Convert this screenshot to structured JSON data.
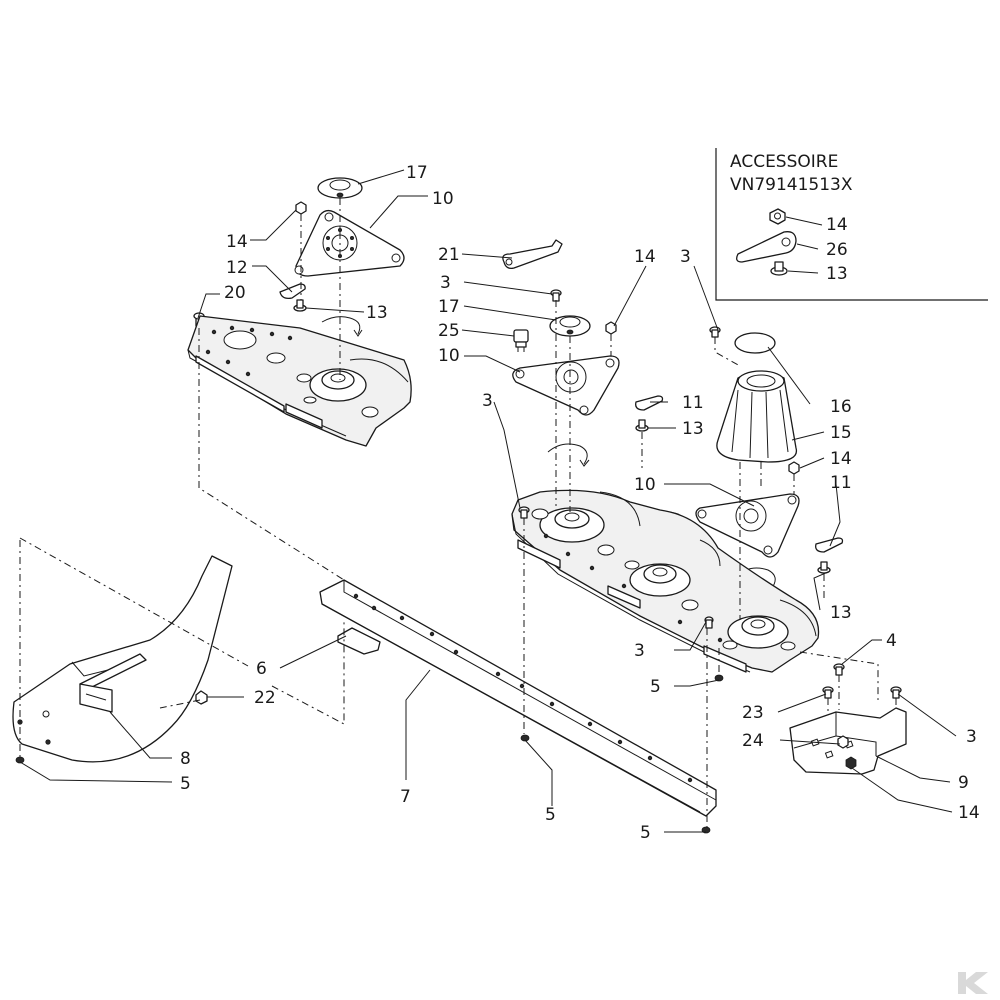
{
  "accessory_box": {
    "title_line1": "ACCESSOIRE",
    "title_line2": "VN79141513X"
  },
  "callouts": {
    "c1": "17",
    "c2": "10",
    "c3": "14",
    "c4": "12",
    "c5": "13",
    "c6": "20",
    "c7": "21",
    "c8": "3",
    "c9": "17",
    "c10": "25",
    "c11": "10",
    "c12": "14",
    "c13": "11",
    "c14": "13",
    "c15": "3",
    "c16": "3",
    "c17": "16",
    "c18": "15",
    "c19": "14",
    "c20": "10",
    "c21": "11",
    "c22": "13",
    "c23": "14",
    "c24": "26",
    "c25": "13",
    "c26": "6",
    "c27": "22",
    "c28": "8",
    "c29": "5",
    "c30": "7",
    "c31": "5",
    "c32": "5",
    "c33": "3",
    "c34": "5",
    "c35": "4",
    "c36": "23",
    "c37": "24",
    "c38": "3",
    "c39": "9",
    "c40": "14"
  },
  "colors": {
    "line": "#1a1a1a",
    "background": "#ffffff",
    "logo": "#d9d9d9"
  },
  "icons": {
    "corner_logo": "brand-logo-icon"
  }
}
